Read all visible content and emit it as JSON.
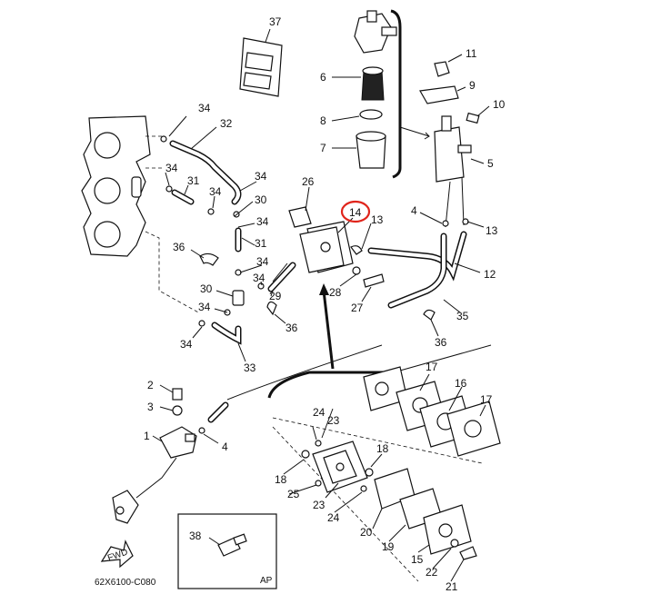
{
  "diagram_code": "62X6100-C080",
  "highlight_color": "#e0241b",
  "highlighted_part": "14",
  "inset_label": "AP",
  "fwd_label": "FWD",
  "part_numbers": {
    "p37": "37",
    "p6": "6",
    "p8": "8",
    "p7": "7",
    "p11": "11",
    "p9": "9",
    "p10": "10",
    "p5": "5",
    "p34a": "34",
    "p32": "32",
    "p34b": "34",
    "p31a": "31",
    "p34c": "34",
    "p34d": "34",
    "p30a": "30",
    "p34e": "34",
    "p26": "26",
    "p14": "14",
    "p13a": "13",
    "p4a": "4",
    "p13b": "13",
    "p12": "12",
    "p36a": "36",
    "p31b": "31",
    "p34f": "34",
    "p34g": "34",
    "p29": "29",
    "p28": "28",
    "p27": "27",
    "p36b": "36",
    "p35": "35",
    "p30b": "30",
    "p34h": "34",
    "p34i": "34",
    "p36c": "36",
    "p33": "33",
    "p2": "2",
    "p3": "3",
    "p1": "1",
    "p4b": "4",
    "p24a": "24",
    "p23a": "23",
    "p17a": "17",
    "p16": "16",
    "p17b": "17",
    "p18a": "18",
    "p18b": "18",
    "p25": "25",
    "p23b": "23",
    "p24b": "24",
    "p20": "20",
    "p19": "19",
    "p15": "15",
    "p22": "22",
    "p21": "21",
    "p38": "38"
  }
}
